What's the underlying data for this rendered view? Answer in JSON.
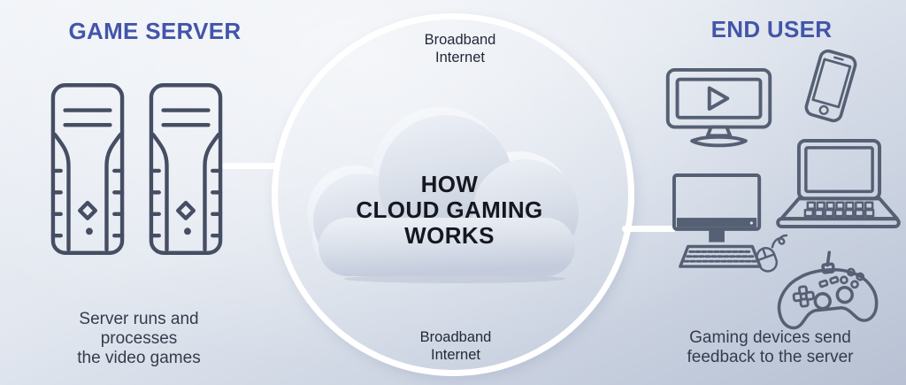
{
  "left": {
    "title": "GAME SERVER",
    "caption": [
      "Server runs and",
      "processes",
      "the video games"
    ],
    "icons": [
      "server-tower",
      "server-tower"
    ]
  },
  "center": {
    "heading": [
      "HOW",
      "CLOUD GAMING",
      "WORKS"
    ],
    "top_label": [
      "Broadband",
      "Internet"
    ],
    "bottom_label": [
      "Broadband",
      "Internet"
    ],
    "shape": "cloud",
    "ring": "broadband-circle"
  },
  "right": {
    "title": "END USER",
    "caption": [
      "Gaming devices send",
      "feedback to the server"
    ],
    "icons": [
      "tv-play",
      "smartphone",
      "laptop",
      "desktop-computer",
      "mouse",
      "game-controller"
    ]
  },
  "colors": {
    "accent_blue": "#4355a9",
    "server_icon_stroke": "#454e63",
    "device_icon_stroke": "#566074",
    "caption_text": "#343c4c",
    "heading_text": "#15181f",
    "ring": "#ffffff",
    "background_top": "#f0f3f8",
    "background_bottom": "#b7c1d3",
    "cloud_light": "#f3f6fa",
    "cloud_dark": "#c3cbdc"
  }
}
